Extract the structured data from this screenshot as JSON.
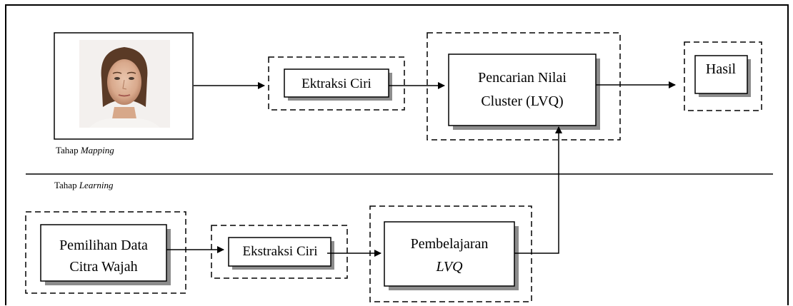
{
  "mapping_stage": {
    "label_prefix": "Tahap ",
    "label_emph": "Mapping"
  },
  "learning_stage": {
    "label_prefix": "Tahap ",
    "label_emph": "Learning"
  },
  "boxes": {
    "ekstraksi_ciri_top": "Ektraksi Ciri",
    "pencarian_line1": "Pencarian Nilai",
    "pencarian_line2": "Cluster (LVQ)",
    "hasil": "Hasil",
    "pemilihan_line1": "Pemilihan Data",
    "pemilihan_line2": "Citra Wajah",
    "ekstraksi_ciri_bottom": "Ekstraksi Ciri",
    "pembelajaran_line1": "Pembelajaran",
    "pembelajaran_line2": "LVQ"
  },
  "image": {
    "subject": "face-photo"
  },
  "colors": {
    "line": "#000000",
    "shadow": "#8c8c8c",
    "background": "#ffffff"
  }
}
